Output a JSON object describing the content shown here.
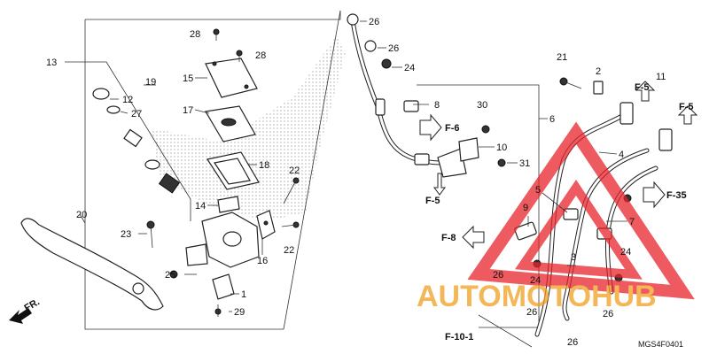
{
  "diagram_code": "MGS4F0401",
  "watermark": {
    "text": "AUTOMOTOHUB",
    "colors": {
      "red": "#e8232a",
      "orange": "#f0a020"
    }
  },
  "front_indicator": "FR.",
  "callouts": {
    "c1": "1",
    "c2": "2",
    "c3": "3",
    "c4": "4",
    "c5": "5",
    "c6": "6",
    "c7": "7",
    "c8": "8",
    "c9": "9",
    "c10": "10",
    "c11": "11",
    "c12": "12",
    "c13": "13",
    "c14": "14",
    "c15": "15",
    "c16": "16",
    "c17": "17",
    "c18": "18",
    "c19": "19",
    "c20": "20",
    "c21": "21",
    "c22a": "22",
    "c22b": "22",
    "c23": "23",
    "c24a": "24",
    "c24b": "24",
    "c24c": "24",
    "c25": "25",
    "c26a": "26",
    "c26b": "26",
    "c26c": "26",
    "c26d": "26",
    "c26e": "26",
    "c26f": "26",
    "c27": "27",
    "c28a": "28",
    "c28b": "28",
    "c29": "29",
    "c30": "30",
    "c31": "31"
  },
  "references": {
    "f6": "F-6",
    "f5a": "F-5",
    "f5b": "F-5",
    "f5c": "F-5",
    "f8": "F-8",
    "f35": "F-35",
    "f101": "F-10-1"
  }
}
